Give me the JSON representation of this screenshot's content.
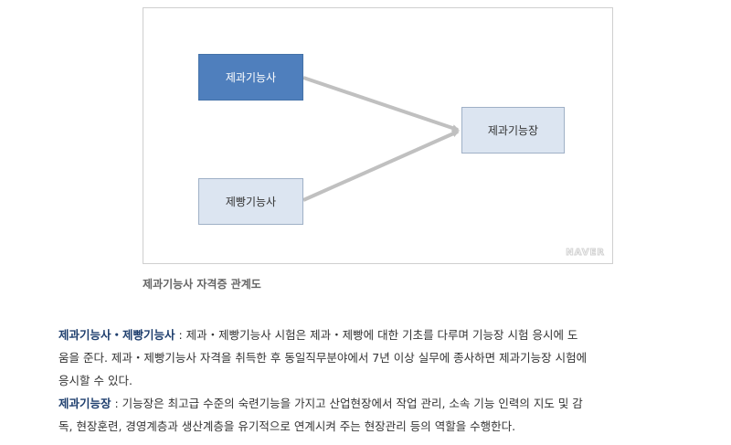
{
  "diagram": {
    "nodes": {
      "baking_technician": "제과기능사",
      "bread_technician": "제빵기능사",
      "master_craftsman": "제과기능장"
    },
    "edges": [
      {
        "from": "baking_technician",
        "to": "master_craftsman"
      },
      {
        "from": "bread_technician",
        "to": "master_craftsman"
      }
    ],
    "watermark": "NAVER",
    "colors": {
      "highlight": "#4f7fbd",
      "node": "#dce5f1",
      "arrow": "#c0c0c0"
    }
  },
  "caption": "제과기능사 자격증 관계도",
  "paragraphs": [
    {
      "term": "제과기능사・제빵기능사",
      "lines": [
        " : 제과・제빵기능사 시험은 제과・제빵에 대한 기초를 다루며 기능장 시험 응시에 도",
        "움을 준다. 제과・제빵기능사 자격을 취득한 후 동일직무분야에서 7년 이상 실무에 종사하면 제과기능장 시험에",
        "응시할 수 있다."
      ]
    },
    {
      "term": "제과기능장",
      "lines": [
        " : 기능장은 최고급 수준의 숙련기능을 가지고 산업현장에서 작업 관리, 소속 기능 인력의 지도 및 감",
        "독, 현장훈련, 경영계층과 생산계층을 유기적으로 연계시켜 주는 현장관리 등의 역할을 수행한다."
      ]
    }
  ]
}
